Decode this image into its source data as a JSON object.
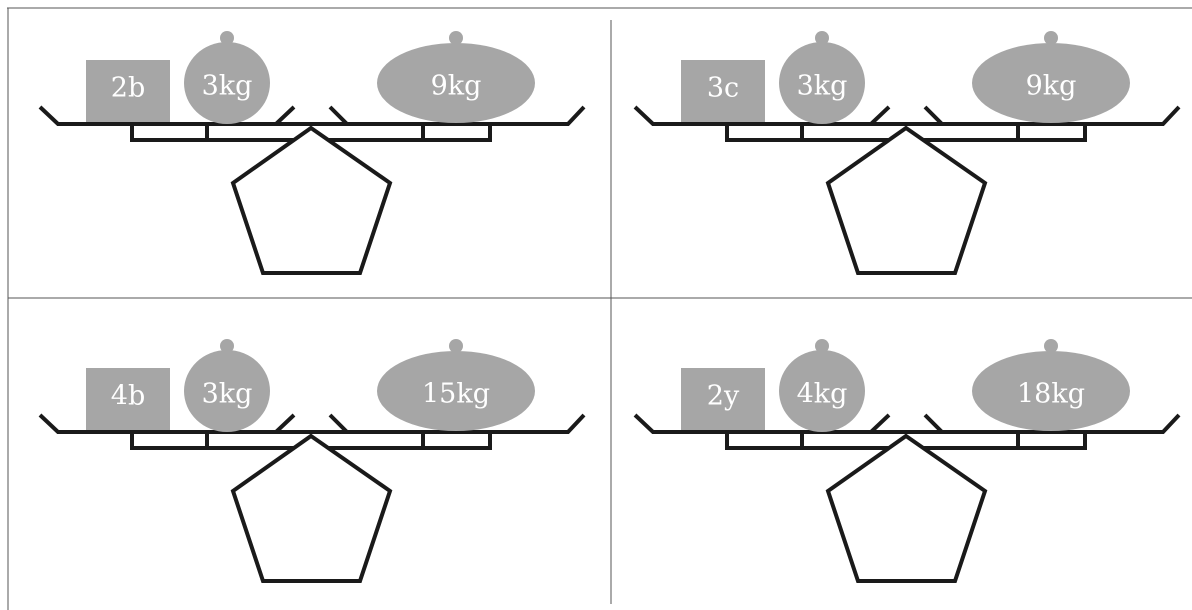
{
  "colors": {
    "weight_fill": "#a6a6a6",
    "label_text": "#ffffff",
    "stroke": "#1a1a1a"
  },
  "scales": [
    {
      "unknown_label": "2b",
      "left_weight_label": "3kg",
      "right_weight_label": "9kg"
    },
    {
      "unknown_label": "3c",
      "left_weight_label": "3kg",
      "right_weight_label": "9kg"
    },
    {
      "unknown_label": "4b",
      "left_weight_label": "3kg",
      "right_weight_label": "15kg"
    },
    {
      "unknown_label": "2y",
      "left_weight_label": "4kg",
      "right_weight_label": "18kg"
    }
  ]
}
